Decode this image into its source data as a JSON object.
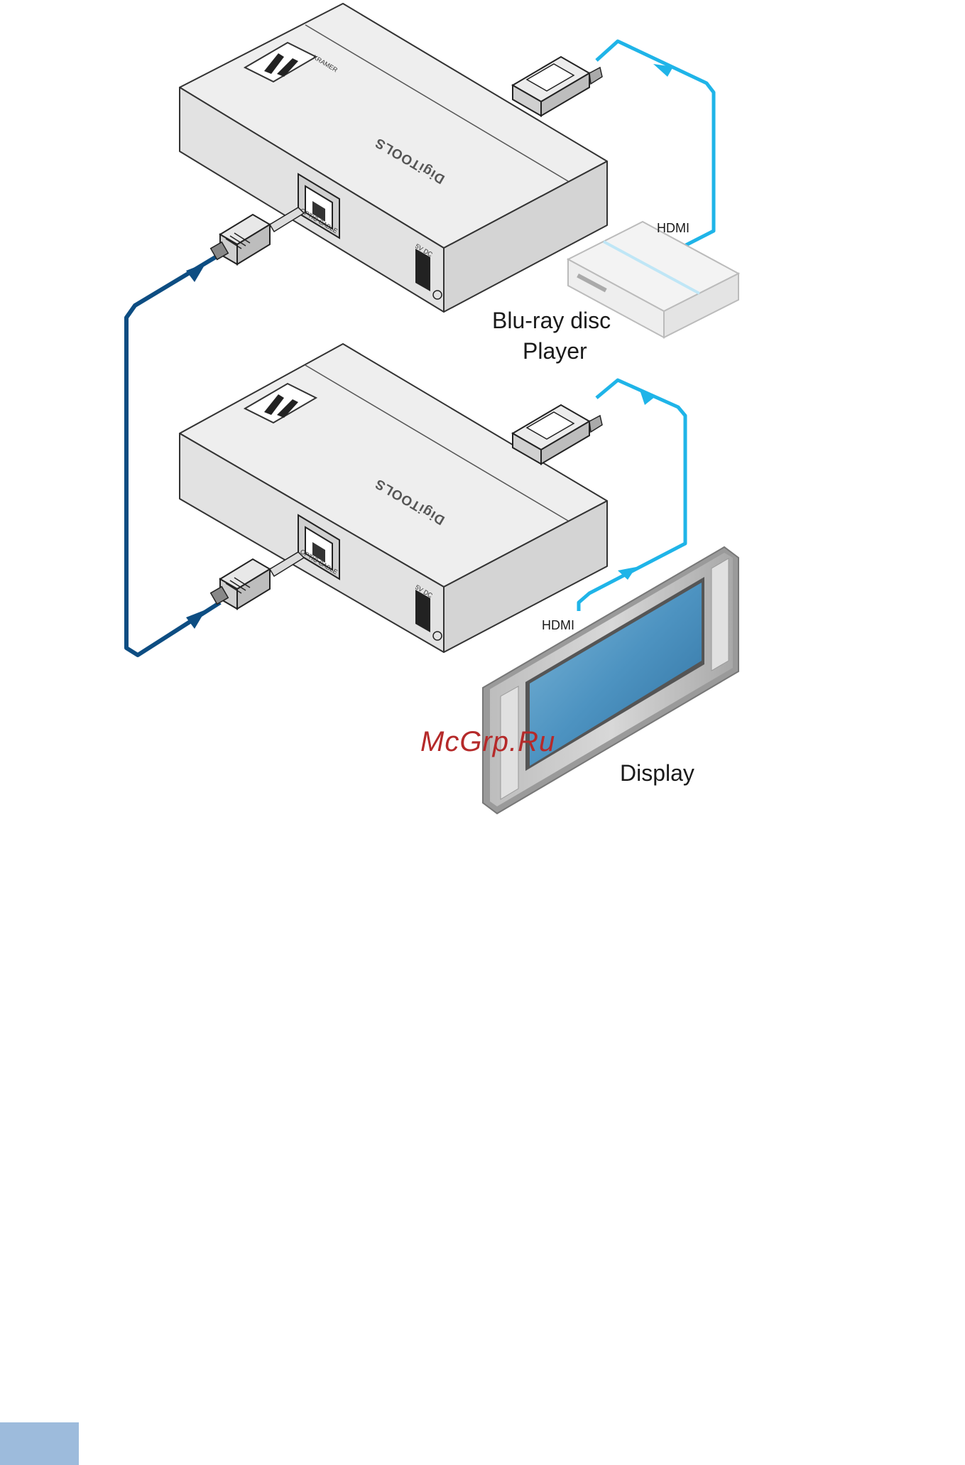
{
  "labels": {
    "source_cable": "HDMI",
    "source_device": "Blu-ray disc",
    "source_device_line2": "Player",
    "display_cable": "HDMI",
    "display_device": "Display"
  },
  "unit": {
    "brand": "DigiTOOLS",
    "port_label": "OPTIC CABLE",
    "power_label": "5V DC",
    "logo_text": "KRAMER"
  },
  "watermark": "McGrp.Ru",
  "colors": {
    "hdmi_cable": "#1fb4e8",
    "optic_cable": "#0d4d82",
    "device_body": "#e9e9e9",
    "screen": "#4f95c2",
    "page_tab": "#9dbbdc"
  }
}
